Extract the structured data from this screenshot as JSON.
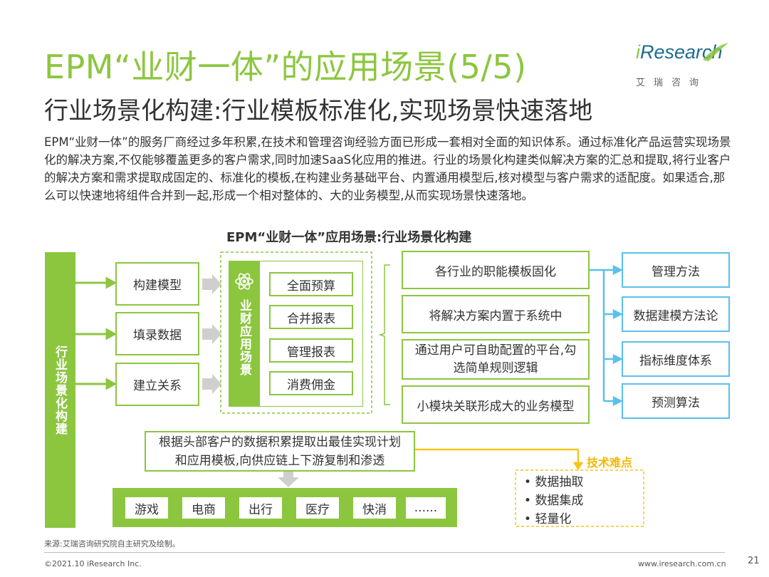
{
  "header": {
    "title": "EPM“业财一体”的应用场景(5/5)",
    "subtitle": "行业场景化构建:行业模板标准化,实现场景快速落地",
    "logo_text_i": "i",
    "logo_text_rest": "Research",
    "logo_cn": "艾瑞咨询"
  },
  "body_text": "EPM“业财一体”的服务厂商经过多年积累,在技术和管理咨询经验方面已形成一套相对全面的知识体系。通过标准化产品运营实现场景化的解决方案,不仅能够覆盖更多的客户需求,同时加速SaaS化应用的推进。行业的场景化构建类似解决方案的汇总和提取,将行业客户的解决方案和需求提取成固定的、标准化的模板,在构建业务基础平台、内置通用模型后,核对模型与客户需求的适配度。如果适合,那么可以快速地将组件合并到一起,形成一个相对整体的、大的业务模型,从而实现场景快速落地。",
  "diagram": {
    "title": "EPM“业财一体”应用场景:行业场景化构建",
    "left_bar": "行业场景化构建",
    "steps": [
      "构建模型",
      "填录数据",
      "建立关系"
    ],
    "scene_label": "业财应用场景",
    "scene_items": [
      "全面预算",
      "合并报表",
      "管理报表",
      "消费佣金"
    ],
    "middle_items": [
      "各行业的职能模板固化",
      "将解决方案内置于系统中",
      "通过用户可自助配置的平台,勾选简单规则逻辑",
      "小模块关联形成大的业务模型"
    ],
    "right_items": [
      "管理方法",
      "数据建模方法论",
      "指标维度体系",
      "预测算法"
    ],
    "extract_box": "根据头部客户的数据积累提取出最佳实现计划和应用模板,向供应链上下游复制和渗透",
    "industries": [
      "游戏",
      "电商",
      "出行",
      "医疗",
      "快消",
      "......"
    ],
    "difficulty_title": "技术难点",
    "difficulty_items": [
      "数据抽取",
      "数据集成",
      "轻量化"
    ]
  },
  "footer": {
    "source": "来源:艾瑞咨询研究院自主研究及绘制。",
    "copyright": "©2021.10 iResearch Inc.",
    "website": "www.iresearch.com.cn",
    "page_number": "21"
  },
  "colors": {
    "green": "#8cc63f",
    "blue": "#5bc0eb",
    "yellow": "#f5c518",
    "gray_arrow": "#cfcfcf"
  },
  "icons": [
    "atom-icon",
    "swoosh-logo-icon"
  ]
}
